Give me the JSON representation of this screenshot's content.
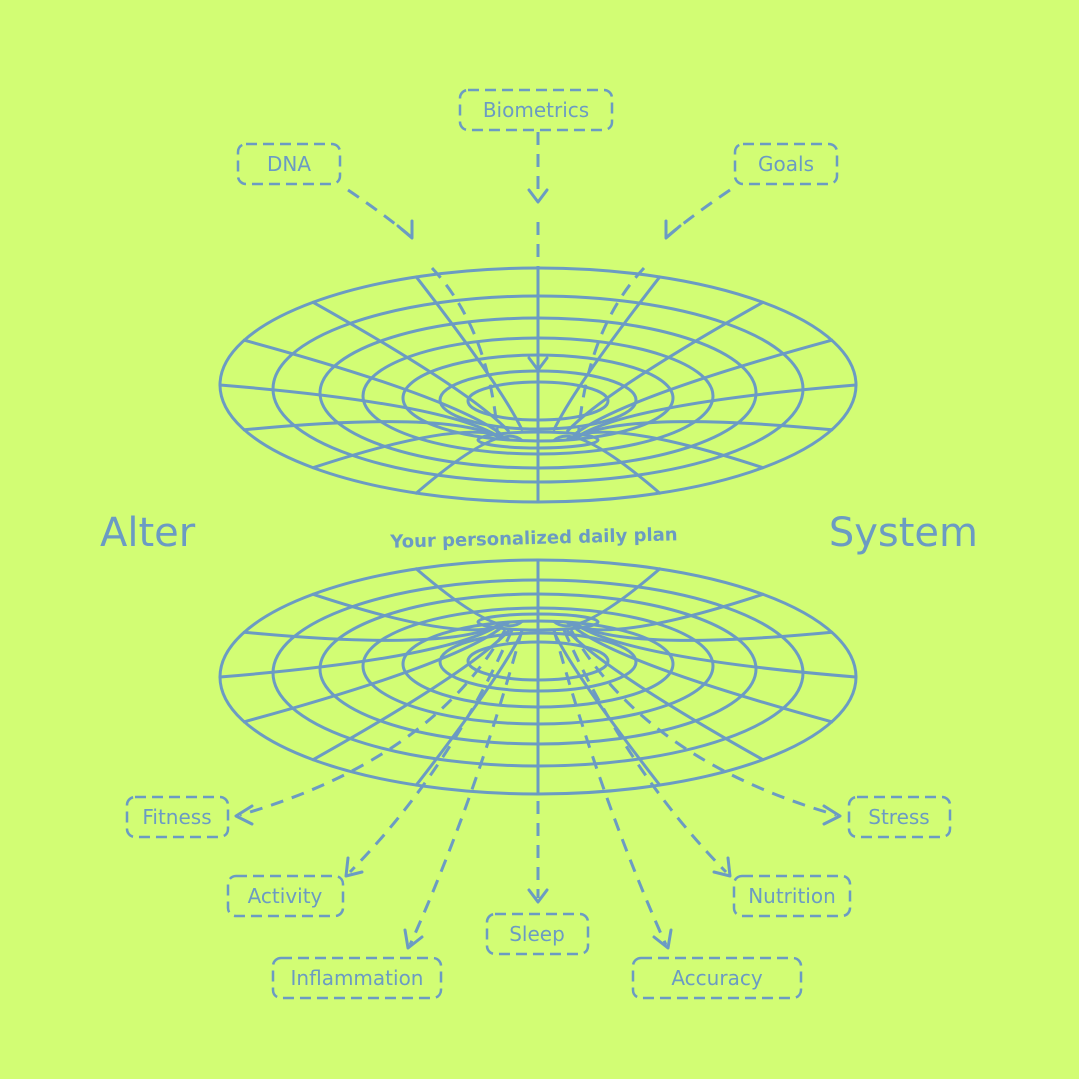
{
  "diagram": {
    "left_word": "Alter",
    "right_word": "System",
    "center_caption": "Your personalized daily plan",
    "inputs": [
      {
        "id": "dna",
        "label": "DNA"
      },
      {
        "id": "biometrics",
        "label": "Biometrics"
      },
      {
        "id": "goals",
        "label": "Goals"
      }
    ],
    "outputs": [
      {
        "id": "fitness",
        "label": "Fitness"
      },
      {
        "id": "activity",
        "label": "Activity"
      },
      {
        "id": "inflammation",
        "label": "Inflammation"
      },
      {
        "id": "sleep",
        "label": "Sleep"
      },
      {
        "id": "accuracy",
        "label": "Accuracy"
      },
      {
        "id": "nutrition",
        "label": "Nutrition"
      },
      {
        "id": "stress",
        "label": "Stress"
      }
    ],
    "colors": {
      "background": "#d2fd74",
      "line": "#6b9bc3"
    }
  }
}
